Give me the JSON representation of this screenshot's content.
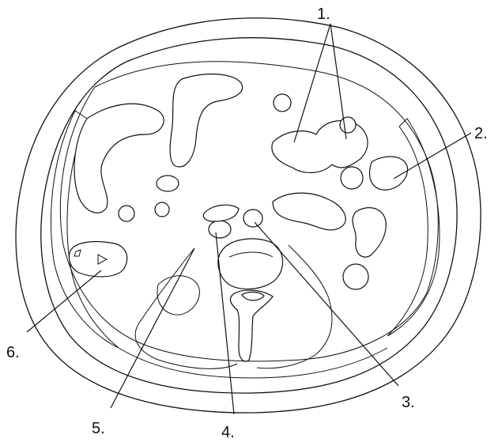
{
  "labels": [
    "1.",
    "2.",
    "3.",
    "4.",
    "5.",
    "6."
  ],
  "colors": {
    "ink": "#111111",
    "paper": "#ffffff"
  }
}
